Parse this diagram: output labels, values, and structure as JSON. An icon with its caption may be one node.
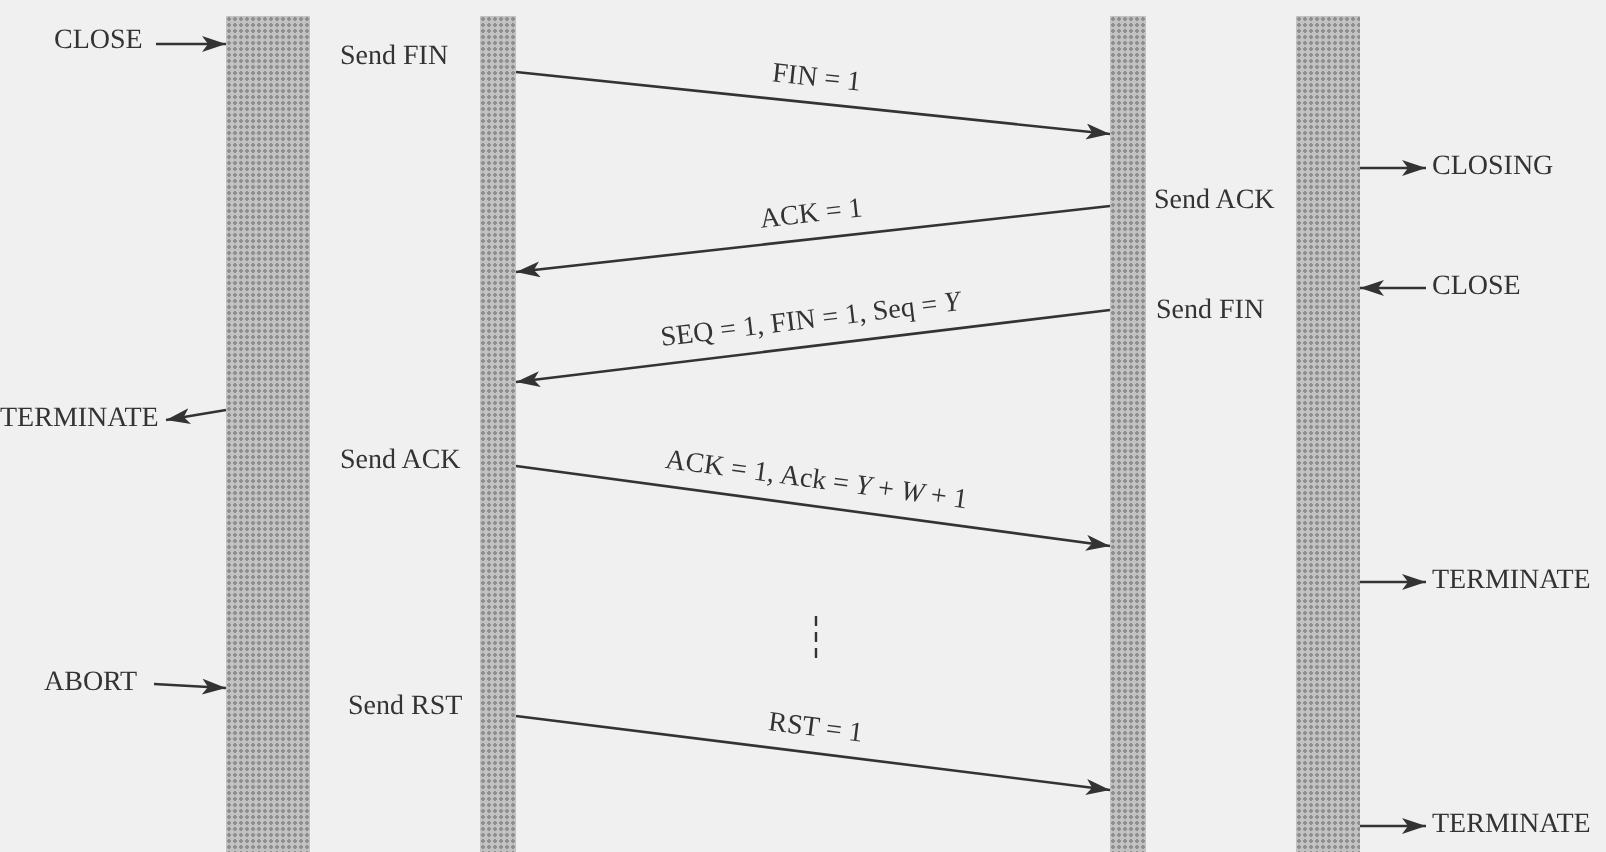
{
  "diagram": {
    "nodes": [
      {
        "text": [
          "CLOSE"
        ]
      },
      {
        "text": [],
        "shape": "bar"
      },
      {
        "text": [],
        "shape": "bar"
      },
      {
        "text": [],
        "shape": "bar"
      },
      {
        "text": [],
        "shape": "bar"
      },
      {
        "text": [
          "CLOSING"
        ]
      },
      {
        "text": [
          "CLOSE"
        ]
      },
      {
        "text": [
          "TERMINATE"
        ]
      },
      {
        "text": [
          "ABORT"
        ]
      },
      {
        "text": [
          "TERMINATE"
        ]
      },
      {
        "text": [
          "TERMINATE"
        ]
      }
    ],
    "edges": [
      {
        "from": 0,
        "to": 1,
        "arrow": "to"
      },
      {
        "from": 2,
        "to": 3,
        "arrow": "to",
        "label": "FIN = 1"
      },
      {
        "from": 4,
        "to": 5,
        "arrow": "to"
      },
      {
        "from": 3,
        "to": 2,
        "arrow": "to",
        "label": "ACK = 1"
      },
      {
        "from": 6,
        "to": 4,
        "arrow": "to"
      },
      {
        "from": 3,
        "to": 2,
        "arrow": "to",
        "label": "SEQ = 1, FIN = 1, Seq = *Y*"
      },
      {
        "from": 1,
        "to": 7,
        "arrow": "to"
      },
      {
        "from": 2,
        "to": 3,
        "arrow": "to",
        "label": "ACK = 1, Ack = *Y* + *W* + 1"
      },
      {
        "from": 4,
        "to": 9,
        "arrow": "to"
      },
      {
        "from": 8,
        "to": 1,
        "arrow": "to"
      },
      {
        "from": 2,
        "to": 3,
        "arrow": "to",
        "label": "RST = 1"
      },
      {
        "from": 4,
        "to": 10,
        "arrow": "to"
      }
    ],
    "labels": [
      "Send FIN",
      "Send ACK",
      "Send FIN",
      "Send ACK",
      "Send RST"
    ]
  }
}
